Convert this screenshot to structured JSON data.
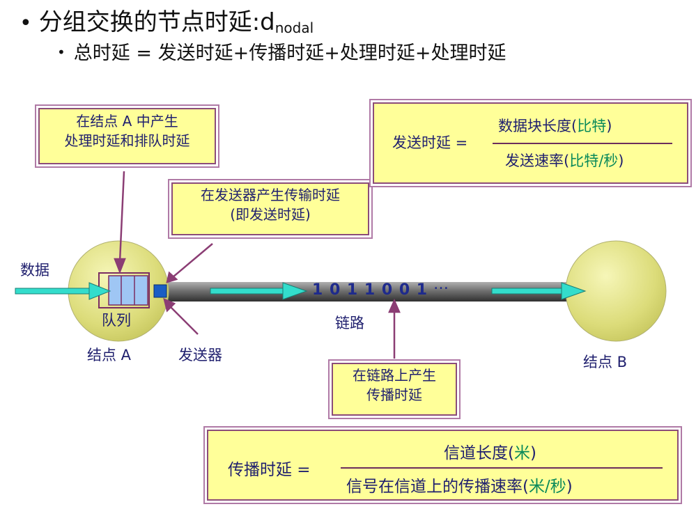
{
  "heading": {
    "bullet": "•",
    "text": "分组交换的节点时延:d",
    "subscript": "nodal"
  },
  "subheading": {
    "bullet": "•",
    "text": "总时延 = 发送时延+传播时延+处理时延+处理时延"
  },
  "callouts": {
    "node_a": {
      "line1": "在结点 A 中产生",
      "line2": "处理时延和排队时延"
    },
    "sender": {
      "line1": "在发送器产生传输时延",
      "line2": "(即发送时延)"
    },
    "link": {
      "line1": "在链路上产生",
      "line2": "传播时延"
    }
  },
  "transmission_formula": {
    "lhs": "发送时延 =",
    "numerator": "数据块长度",
    "numerator_unit_open": "(",
    "numerator_unit": "比特",
    "numerator_unit_close": ")",
    "denominator": "发送速率",
    "denominator_unit_open": "(",
    "denominator_unit": "比特/秒",
    "denominator_unit_close": ")"
  },
  "propagation_formula": {
    "lhs": "传播时延 =",
    "numerator": "信道长度",
    "numerator_unit_open": "(",
    "numerator_unit": "米",
    "numerator_unit_close": ")",
    "denominator": "信号在信道上的传播速率",
    "denominator_unit_open": "(",
    "denominator_unit": "米/秒",
    "denominator_unit_close": ")"
  },
  "labels": {
    "data": "数据",
    "queue": "队列",
    "node_a": "结点 A",
    "sender": "发送器",
    "link": "链路",
    "node_b": "结点 B",
    "bits": "1 0 1 1 0 0 1",
    "ellipsis": "…"
  },
  "colors": {
    "callout_fill": "#ffff99",
    "border": "#8b4c79",
    "text": "#1f1f6e",
    "unit_green": "#0a8a5a",
    "arrow_cyan": "#33ddcc",
    "node_fill": "#e8e88a",
    "queue_fill": "#9fc6f4"
  }
}
